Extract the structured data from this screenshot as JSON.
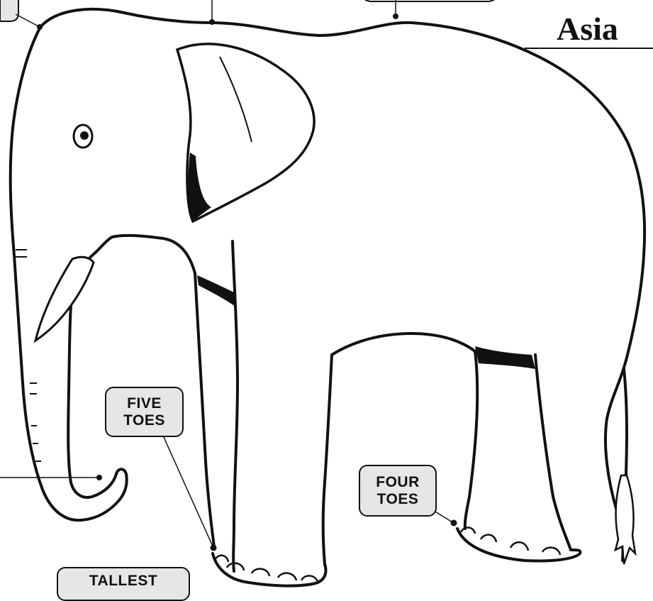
{
  "title": "Asia",
  "labels": {
    "five_toes": [
      "FIVE",
      "TOES"
    ],
    "four_toes": [
      "FOUR",
      "TOES"
    ],
    "tallest": "TALLEST"
  },
  "colors": {
    "line": "#111111",
    "box_fill": "#e6e6e6",
    "background": "#ffffff"
  }
}
